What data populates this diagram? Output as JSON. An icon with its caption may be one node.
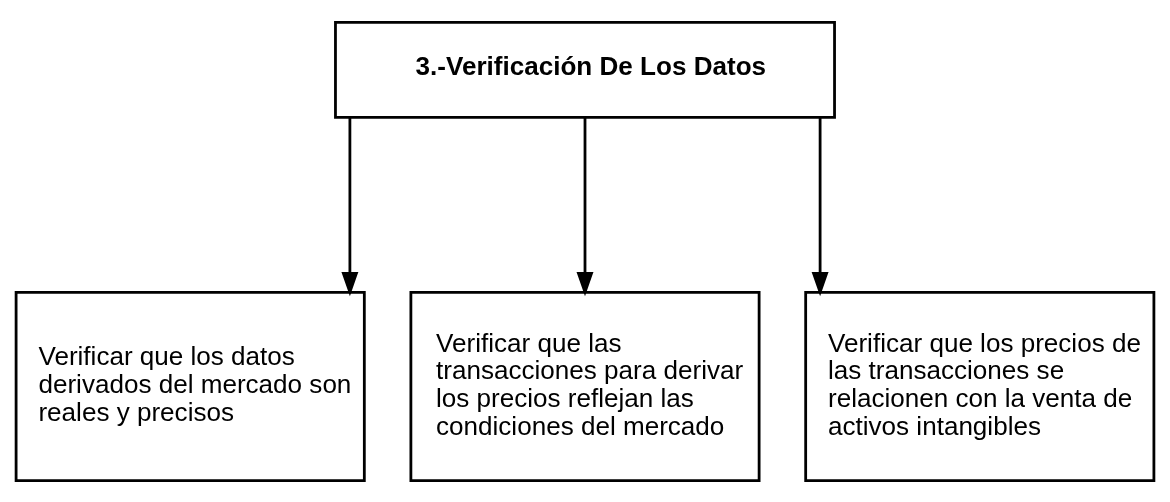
{
  "diagram": {
    "nodes": [
      {
        "text": [
          "3.-Verificación De Los Datos"
        ]
      },
      {
        "text": [
          "Verificar que los datos derivados del mercado son reales y precisos"
        ]
      },
      {
        "text": [
          "Verificar que las transacciones para derivar los precios reflejan las condiciones del mercado"
        ]
      },
      {
        "text": [
          "Verificar que los precios de las transacciones se relacionen con la venta de activos intangibles"
        ]
      }
    ],
    "edges": [
      {
        "from": 0,
        "to": 1,
        "arrow": "to"
      },
      {
        "from": 0,
        "to": 2,
        "arrow": "to"
      },
      {
        "from": 0,
        "to": 3,
        "arrow": "to"
      }
    ]
  }
}
